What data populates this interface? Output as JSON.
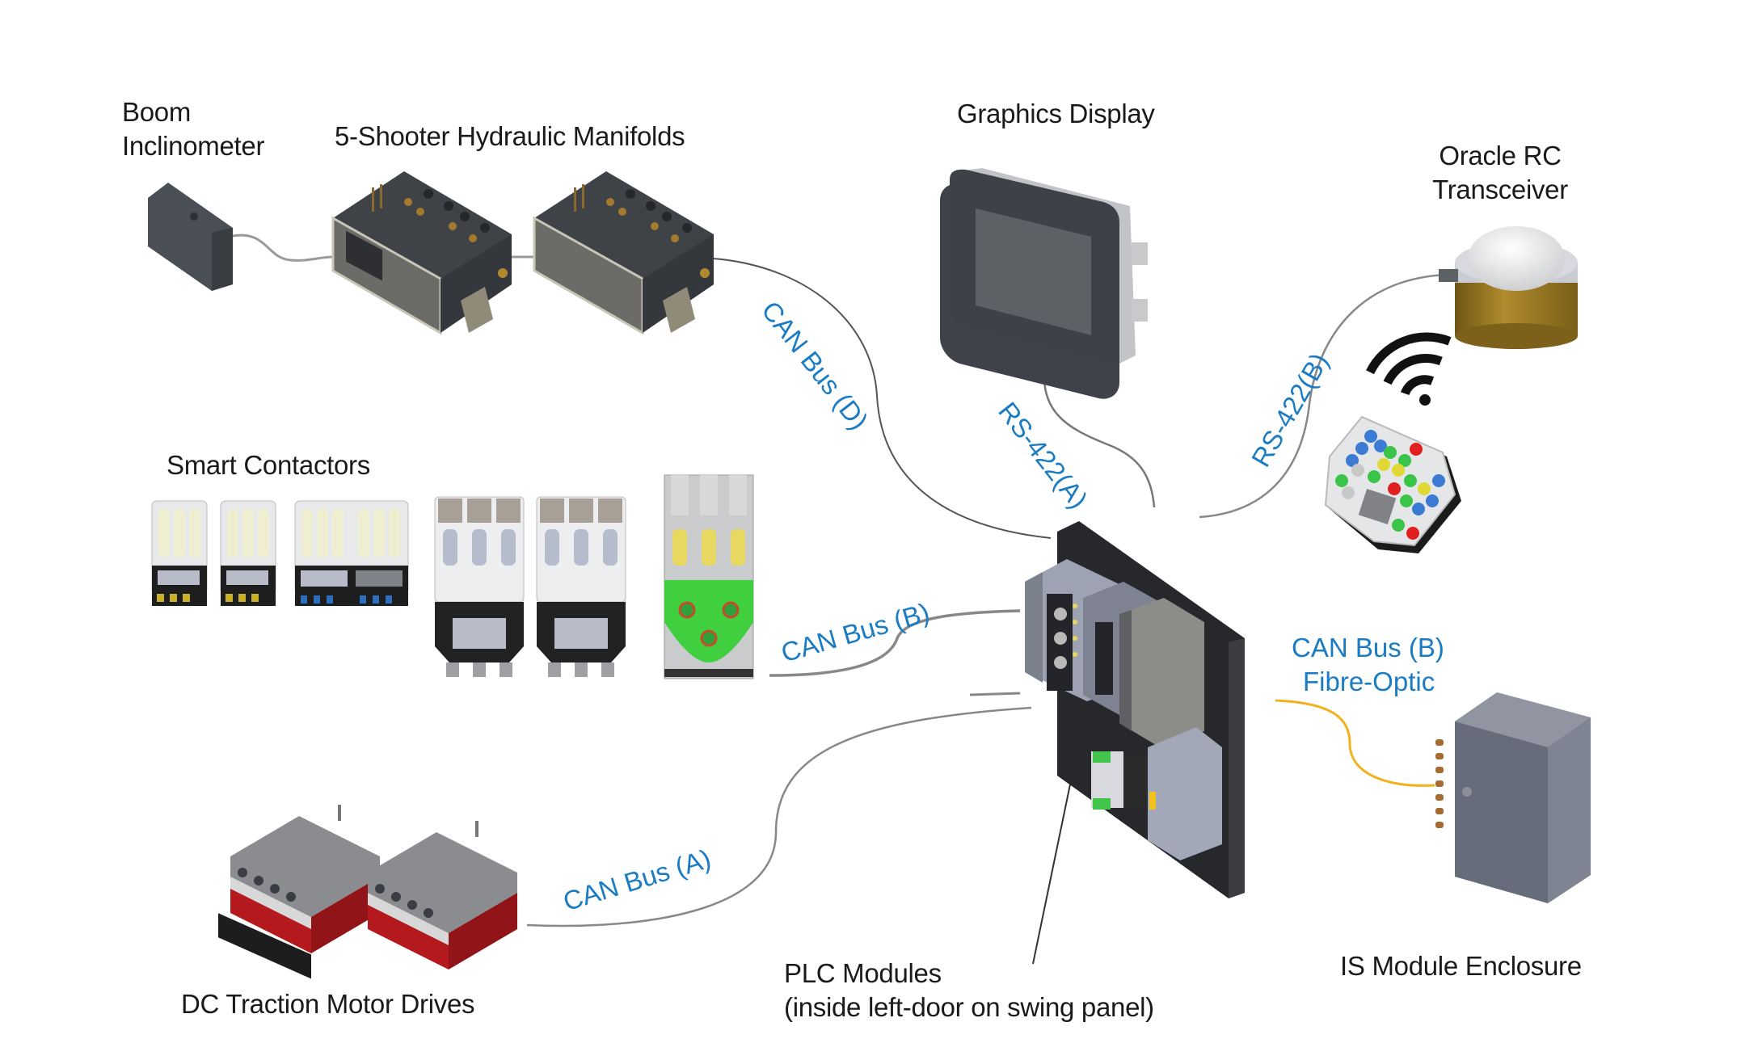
{
  "title": "Control system architecture diagram",
  "colors": {
    "label_text": "#1a1a1a",
    "bus_label": "#1b7cc4",
    "cable": "#8a8a8a",
    "fibre_cable": "#f2b01e",
    "panel_dark": "#2b2d31",
    "module_grey": "#8f939b",
    "drive_red": "#b4181e",
    "transceiver_gold": "#9c7a22",
    "contactor_green": "#3fcf3f"
  },
  "components": {
    "boom_inclinometer": {
      "label_line1": "Boom",
      "label_line2": "Inclinometer",
      "icon": "sensor-box-icon"
    },
    "hydraulic_manifolds": {
      "label": "5-Shooter Hydraulic Manifolds",
      "count": 2,
      "icon": "manifold-icon"
    },
    "graphics_display": {
      "label": "Graphics Display",
      "icon": "display-icon"
    },
    "oracle_transceiver": {
      "label_line1": "Oracle RC",
      "label_line2": "Transceiver",
      "icon": "transceiver-icon"
    },
    "wireless": {
      "icon": "wifi-signal-icon"
    },
    "remote_control": {
      "icon": "remote-control-icon"
    },
    "smart_contactors": {
      "label": "Smart Contactors",
      "count": 6,
      "icon": "contactor-icon"
    },
    "plc_modules": {
      "label_line1": "PLC Modules",
      "label_line2": "(inside left-door on swing panel)",
      "icon": "plc-panel-icon"
    },
    "is_module_enclosure": {
      "label": "IS Module Enclosure",
      "icon": "enclosure-icon"
    },
    "dc_drives": {
      "label": "DC Traction Motor Drives",
      "count": 2,
      "icon": "motor-drive-icon"
    }
  },
  "connections": [
    {
      "id": "can-d",
      "label": "CAN Bus (D)",
      "from": "5-Shooter Hydraulic Manifolds",
      "to": "PLC Modules",
      "type": "cable"
    },
    {
      "id": "rs422-a",
      "label": "RS-422(A)",
      "from": "Graphics Display",
      "to": "PLC Modules",
      "type": "cable"
    },
    {
      "id": "rs422-b",
      "label": "RS-422(B)",
      "from": "Oracle RC Transceiver",
      "to": "PLC Modules",
      "type": "cable"
    },
    {
      "id": "can-b",
      "label": "CAN Bus (B)",
      "from": "Smart Contactors",
      "to": "PLC Modules",
      "type": "cable"
    },
    {
      "id": "can-a",
      "label": "CAN Bus (A)",
      "from": "DC Traction Motor Drives",
      "to": "PLC Modules",
      "type": "cable"
    },
    {
      "id": "can-b-fo",
      "label_line1": "CAN Bus (B)",
      "label_line2": "Fibre-Optic",
      "from": "PLC Modules",
      "to": "IS Module Enclosure",
      "type": "fibre"
    },
    {
      "id": "inclinometer-link",
      "label": "",
      "from": "Boom Inclinometer",
      "to": "5-Shooter Hydraulic Manifolds",
      "type": "cable"
    }
  ]
}
